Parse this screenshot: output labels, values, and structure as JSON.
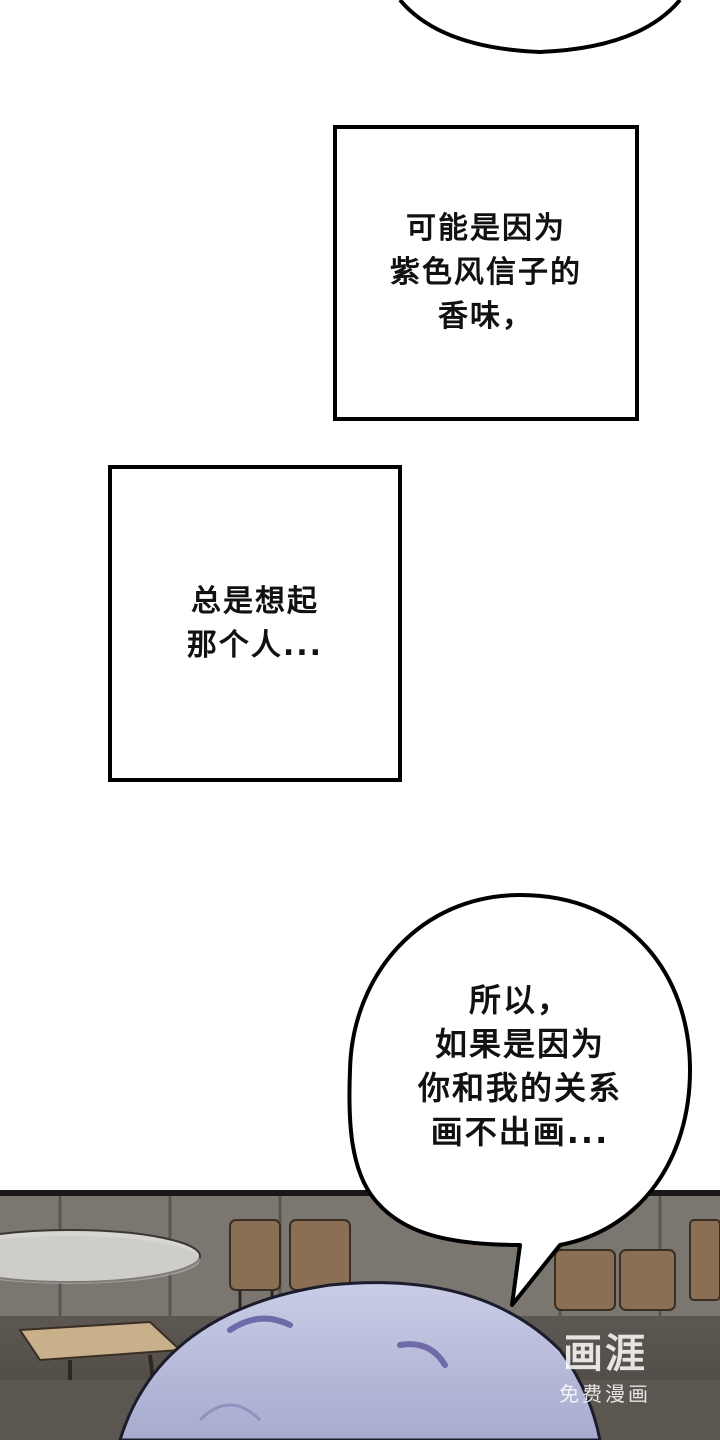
{
  "narration_box_1": {
    "text": "可能是因为\n紫色风信子的\n香味，"
  },
  "narration_box_2": {
    "text": "总是想起\n那个人..."
  },
  "speech_bubble": {
    "text": "所以，\n如果是因为\n你和我的关系\n画不出画..."
  },
  "watermark": {
    "title": "画涯",
    "subtitle": "免费漫画"
  }
}
